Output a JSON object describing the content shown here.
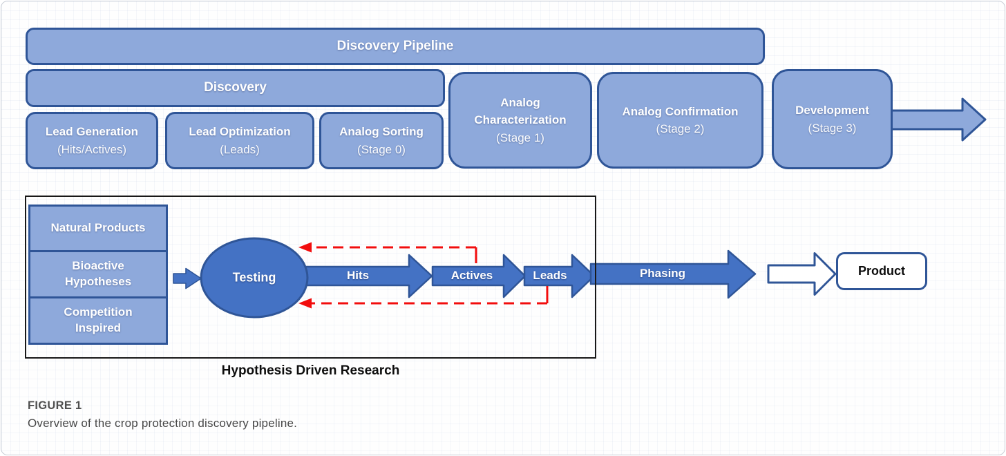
{
  "figure": {
    "label": "FIGURE 1",
    "caption": "Overview of the crop protection discovery pipeline."
  },
  "pipeline": {
    "title": "Discovery Pipeline",
    "group_label": "Discovery",
    "stages": [
      {
        "lines": [
          "Lead Generation",
          "(Hits/Actives)"
        ]
      },
      {
        "lines": [
          "Lead Optimization",
          "(Leads)"
        ]
      },
      {
        "lines": [
          "Analog Sorting",
          "(Stage 0)"
        ]
      },
      {
        "lines": [
          "Analog",
          "Characterization",
          "(Stage 1)"
        ]
      },
      {
        "lines": [
          "Analog Confirmation",
          "(Stage 2)"
        ]
      },
      {
        "lines": [
          "Development",
          "(Stage 3)"
        ]
      }
    ]
  },
  "research": {
    "sources": [
      {
        "lines": [
          "Natural Products",
          ""
        ]
      },
      {
        "lines": [
          "Bioactive",
          "Hypotheses"
        ]
      },
      {
        "lines": [
          "Competition",
          "Inspired"
        ]
      }
    ],
    "testing_label": "Testing",
    "flow": {
      "hits": "Hits",
      "actives": "Actives",
      "leads": "Leads",
      "phasing": "Phasing"
    },
    "product_label": "Product",
    "caption": "Hypothesis Driven Research"
  },
  "colors": {
    "box_fill": "#8EA9DB",
    "box_border": "#2F5597",
    "arrow_fill": "#4472C4",
    "feedback_red": "#F20D0D",
    "frame_border": "#C9CED6"
  }
}
